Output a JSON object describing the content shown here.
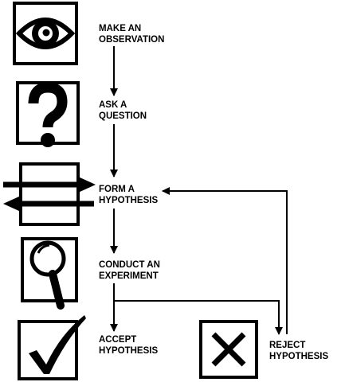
{
  "steps": [
    {
      "id": "observe",
      "icon": "eye-icon",
      "line1": "MAKE AN",
      "line2": "OBSERVATION"
    },
    {
      "id": "question",
      "icon": "question-mark-icon",
      "line1": "ASK A",
      "line2": "QUESTION"
    },
    {
      "id": "hypothesis",
      "icon": "crossing-arrows-icon",
      "line1": "FORM A",
      "line2": "HYPOTHESIS"
    },
    {
      "id": "experiment",
      "icon": "magnifying-glass-icon",
      "line1": "CONDUCT AN",
      "line2": "EXPERIMENT"
    },
    {
      "id": "accept",
      "icon": "checkmark-icon",
      "line1": "ACCEPT",
      "line2": "HYPOTHESIS"
    },
    {
      "id": "reject",
      "icon": "x-mark-icon",
      "line1": "REJECT",
      "line2": "HYPOTHESIS"
    }
  ],
  "colors": {
    "ink": "#000000",
    "background": "#ffffff"
  }
}
